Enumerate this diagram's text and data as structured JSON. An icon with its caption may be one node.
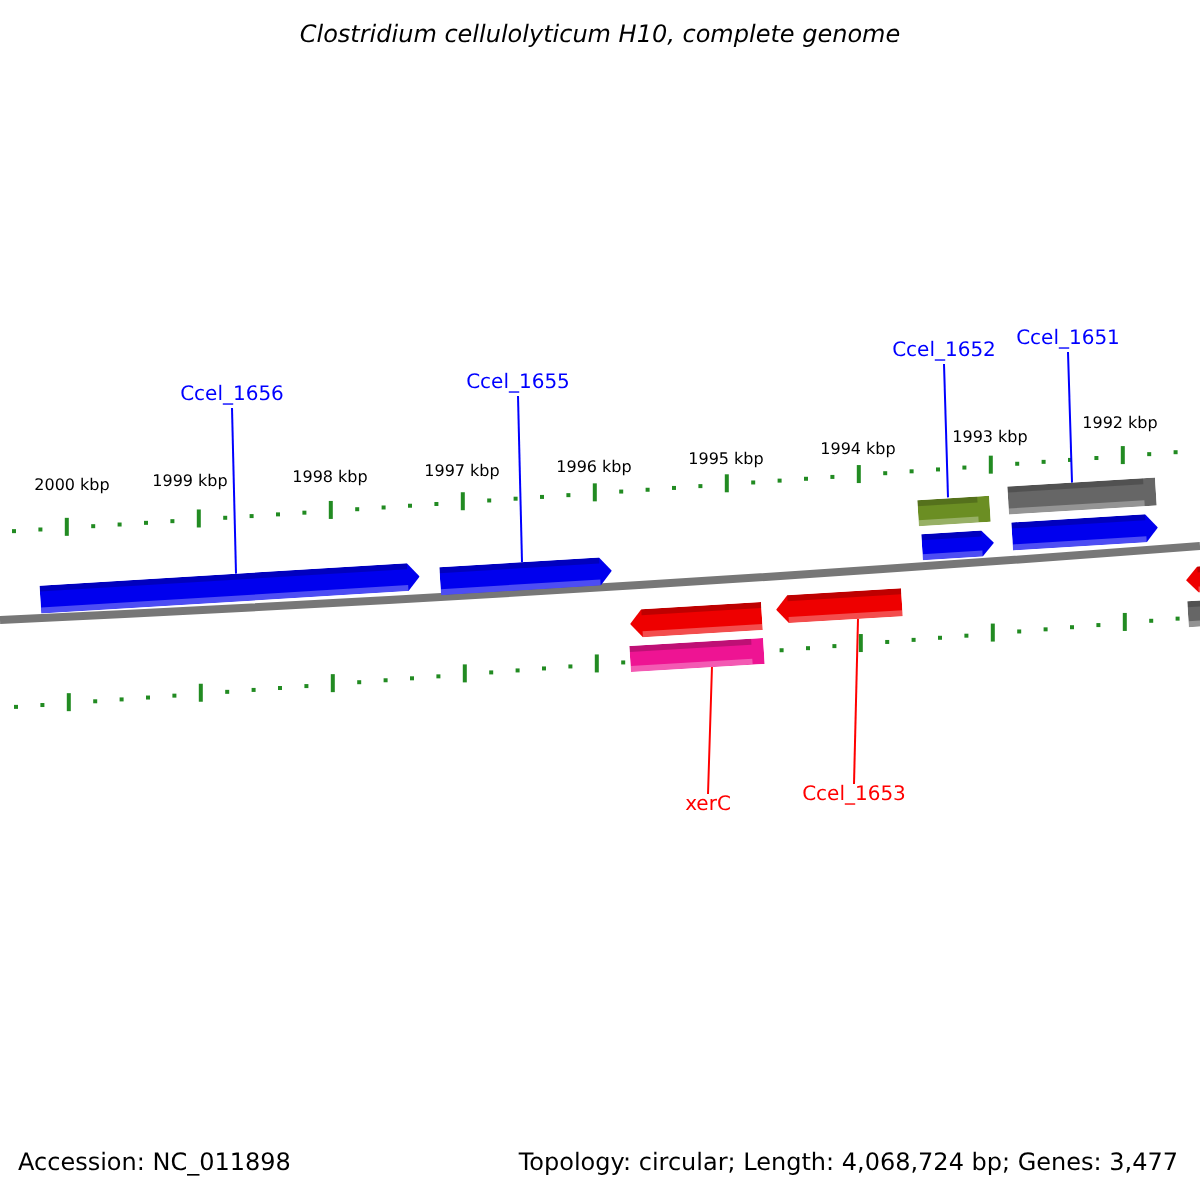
{
  "diagram": {
    "title": "Clostridium cellulolyticum H10, complete genome",
    "nodes": [
      {
        "text": [
          "Ccel_1656"
        ]
      },
      {
        "text": [
          "Ccel_1655"
        ]
      },
      {
        "text": [
          "Ccel_1652"
        ]
      },
      {
        "text": [
          "Ccel_1651"
        ]
      },
      {
        "text": [],
        "shape": "arrow"
      },
      {
        "text": [],
        "shape": "arrow"
      },
      {
        "text": [],
        "shape": "bar"
      },
      {
        "text": [],
        "shape": "bar"
      },
      {
        "text": [],
        "shape": "arrow"
      },
      {
        "text": [],
        "shape": "arrow"
      },
      {
        "text": [],
        "shape": "arrow"
      },
      {
        "text": [],
        "shape": "bar"
      },
      {
        "text": [],
        "shape": "arrow"
      },
      {
        "text": [],
        "shape": "arrow"
      },
      {
        "text": [],
        "shape": "bar"
      },
      {
        "text": [
          "xerC"
        ]
      },
      {
        "text": [
          "Ccel_1653"
        ]
      }
    ],
    "edges": [
      {
        "from": 0,
        "to": 4,
        "arrow": "none",
        "color": "#0000ff"
      },
      {
        "from": 1,
        "to": 5,
        "arrow": "none",
        "color": "#0000ff"
      },
      {
        "from": 2,
        "to": 6,
        "arrow": "none",
        "color": "#0000ff"
      },
      {
        "from": 3,
        "to": 7,
        "arrow": "none",
        "color": "#0000ff"
      },
      {
        "from": 15,
        "to": 14,
        "arrow": "none",
        "color": "#ff0000"
      },
      {
        "from": 16,
        "to": 13,
        "arrow": "none",
        "color": "#ff0000"
      }
    ],
    "labels": [
      "2000 kbp",
      "1999 kbp",
      "1998 kbp",
      "1997 kbp",
      "1996 kbp",
      "1995 kbp",
      "1994 kbp",
      "1993 kbp",
      "1992 kbp",
      "Accession: NC_011898",
      "Topology: circular; Length: 4,068,724 bp; Genes: 3,477"
    ]
  }
}
